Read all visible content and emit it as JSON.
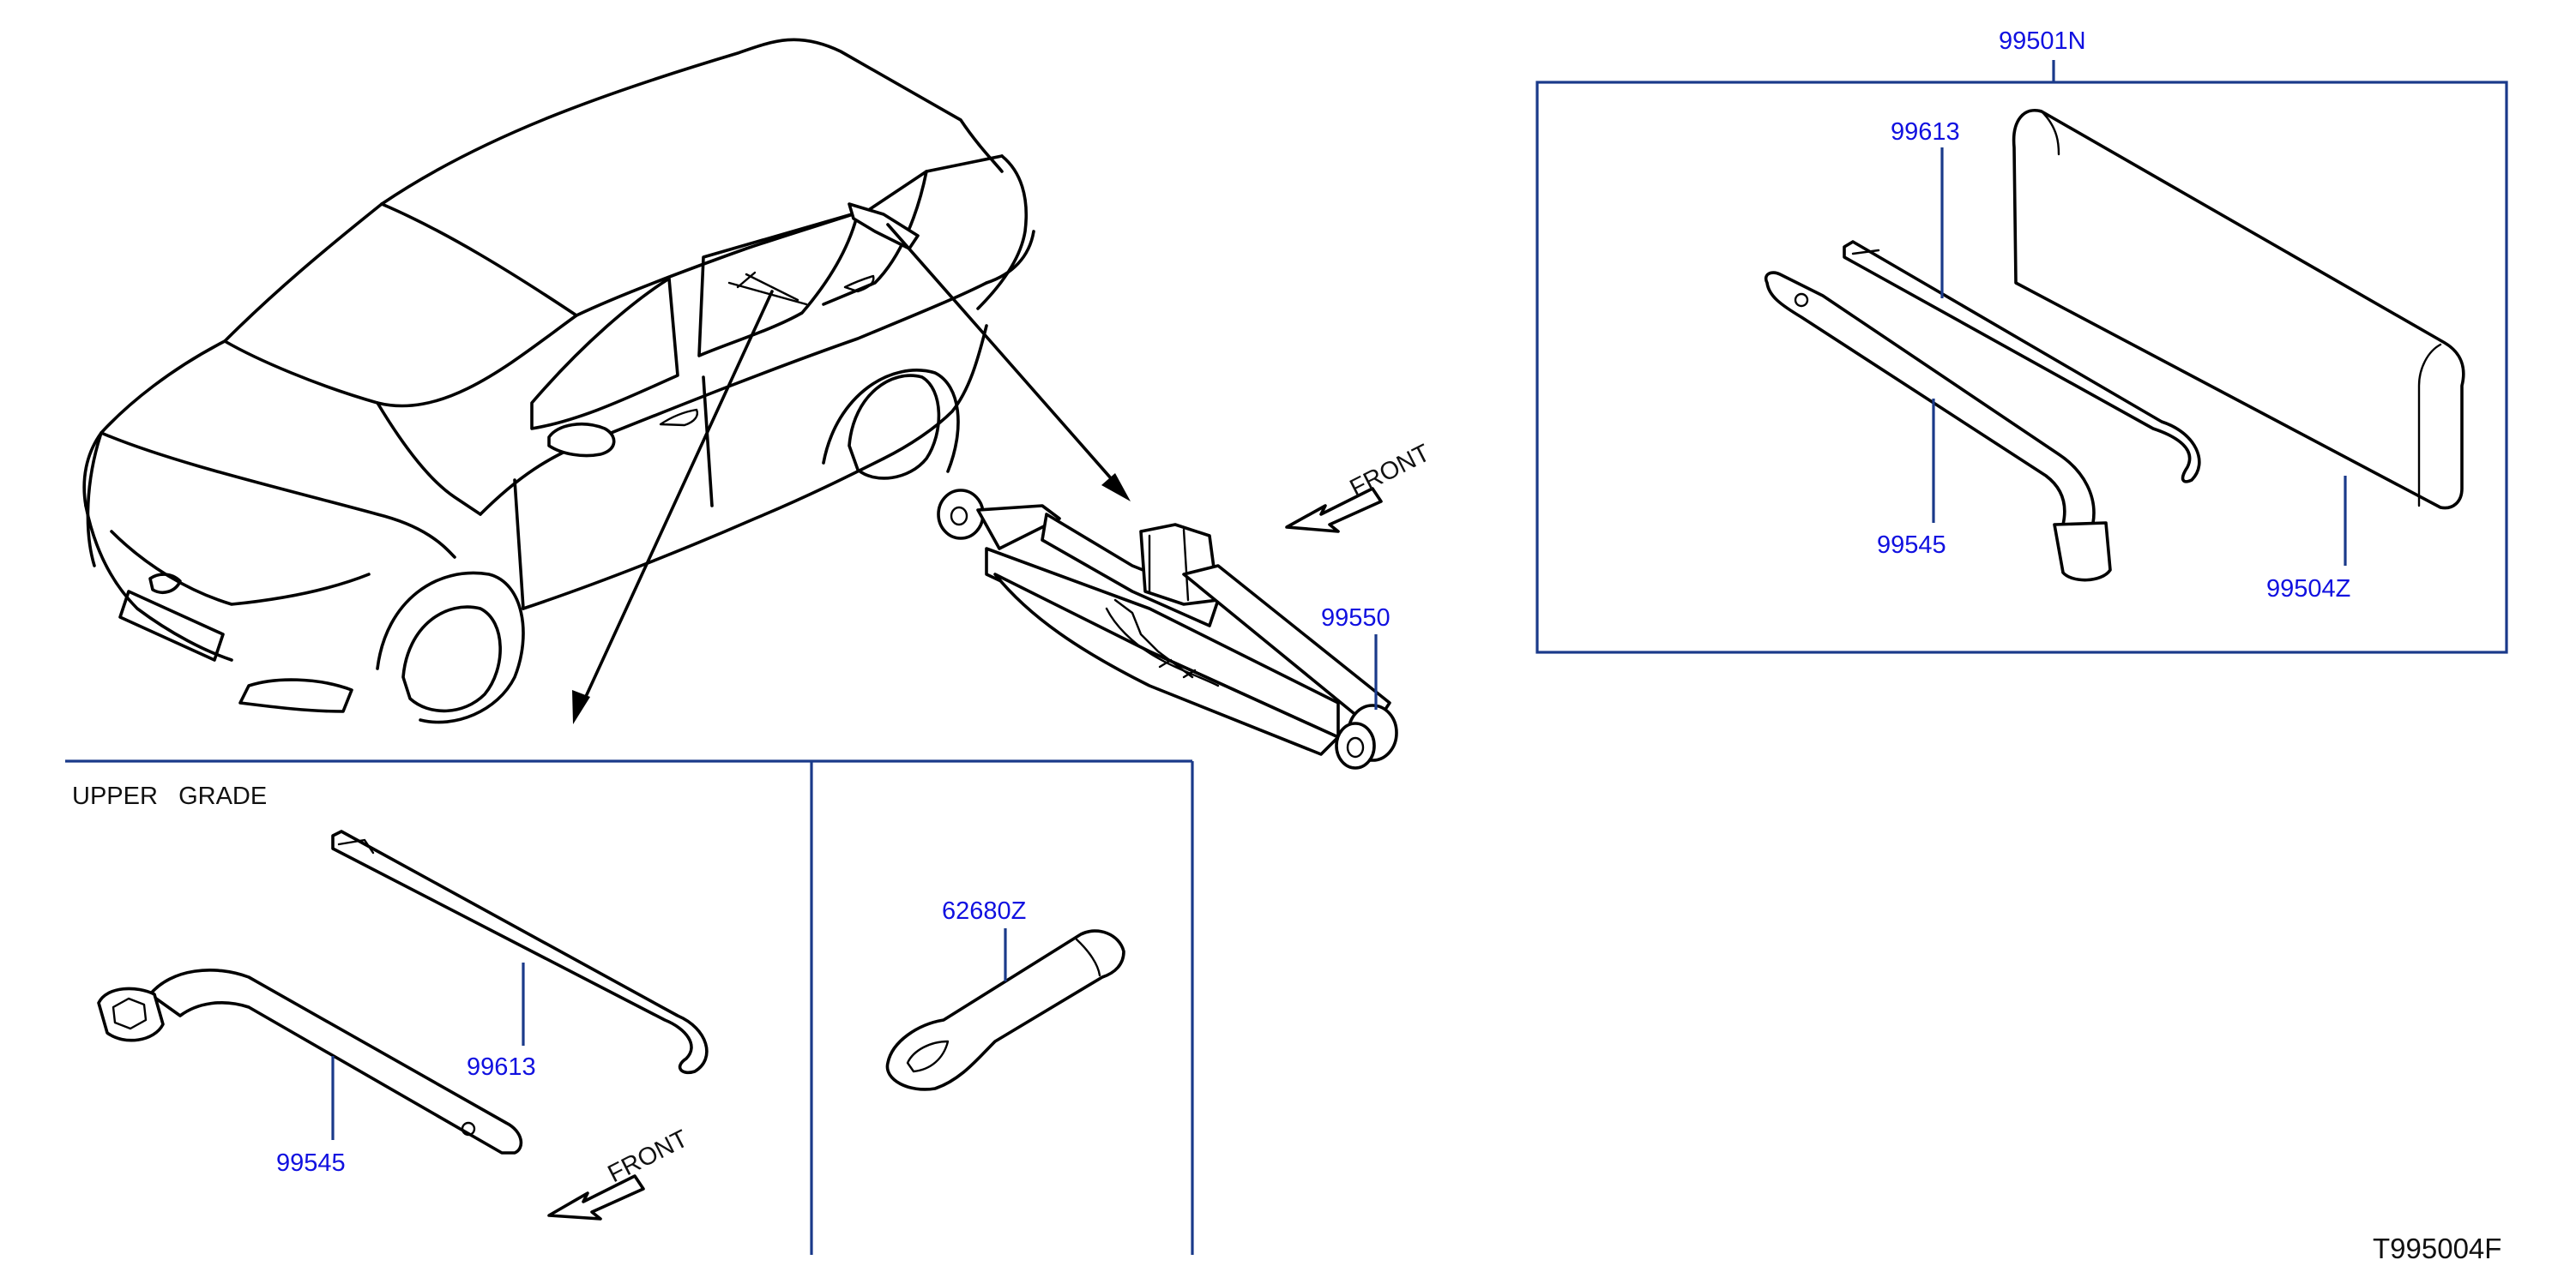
{
  "parts": {
    "kit_box": "99501N",
    "bar_in_box": "99613",
    "wrench_in_box": "99545",
    "bag": "99504Z",
    "jack": "99550",
    "bar_upper": "99613",
    "wrench_upper": "99545",
    "hook": "62680Z"
  },
  "labels": {
    "front_top": "FRONT",
    "front_bottom": "FRONT",
    "upper_grade": "UPPER   GRADE"
  },
  "illustration_code": "T995004F",
  "colors": {
    "part_number": "#1010e0",
    "frame": "#1a3a8a",
    "drawing": "#000000"
  }
}
